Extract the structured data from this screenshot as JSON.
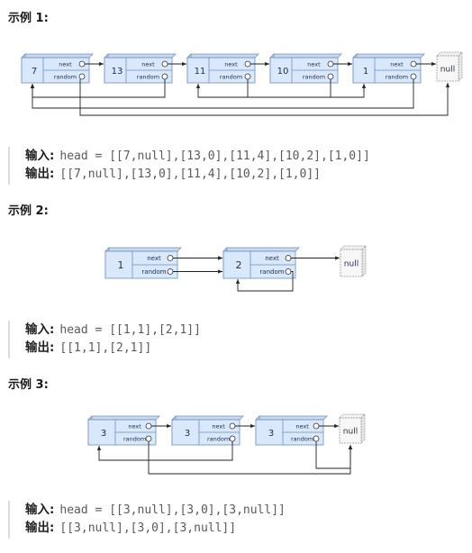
{
  "examples": [
    {
      "heading": "示例 1:",
      "input_label": "输入:",
      "input_value": "head = [[7,null],[13,0],[11,4],[10,2],[1,0]]",
      "output_label": "输出:",
      "output_value": "[[7,null],[13,0],[11,4],[10,2],[1,0]]",
      "diagram": {
        "nodes": [
          {
            "val": "7",
            "random": null
          },
          {
            "val": "13",
            "random": 0
          },
          {
            "val": "11",
            "random": 4
          },
          {
            "val": "10",
            "random": 2
          },
          {
            "val": "1",
            "random": 0
          }
        ],
        "next_label": "next",
        "random_label": "random",
        "null_label": "null"
      }
    },
    {
      "heading": "示例 2:",
      "input_label": "输入:",
      "input_value": "head = [[1,1],[2,1]]",
      "output_label": "输出:",
      "output_value": "[[1,1],[2,1]]",
      "diagram": {
        "nodes": [
          {
            "val": "1",
            "random": 1
          },
          {
            "val": "2",
            "random": 1
          }
        ],
        "next_label": "next",
        "random_label": "random",
        "null_label": "null"
      }
    },
    {
      "heading": "示例 3:",
      "input_label": "输入:",
      "input_value": "head = [[3,null],[3,0],[3,null]]",
      "output_label": "输出:",
      "output_value": "[[3,null],[3,0],[3,null]]",
      "diagram": {
        "nodes": [
          {
            "val": "3",
            "random": null
          },
          {
            "val": "3",
            "random": 0
          },
          {
            "val": "3",
            "random": null
          }
        ],
        "next_label": "next",
        "random_label": "random",
        "null_label": "null"
      }
    }
  ]
}
